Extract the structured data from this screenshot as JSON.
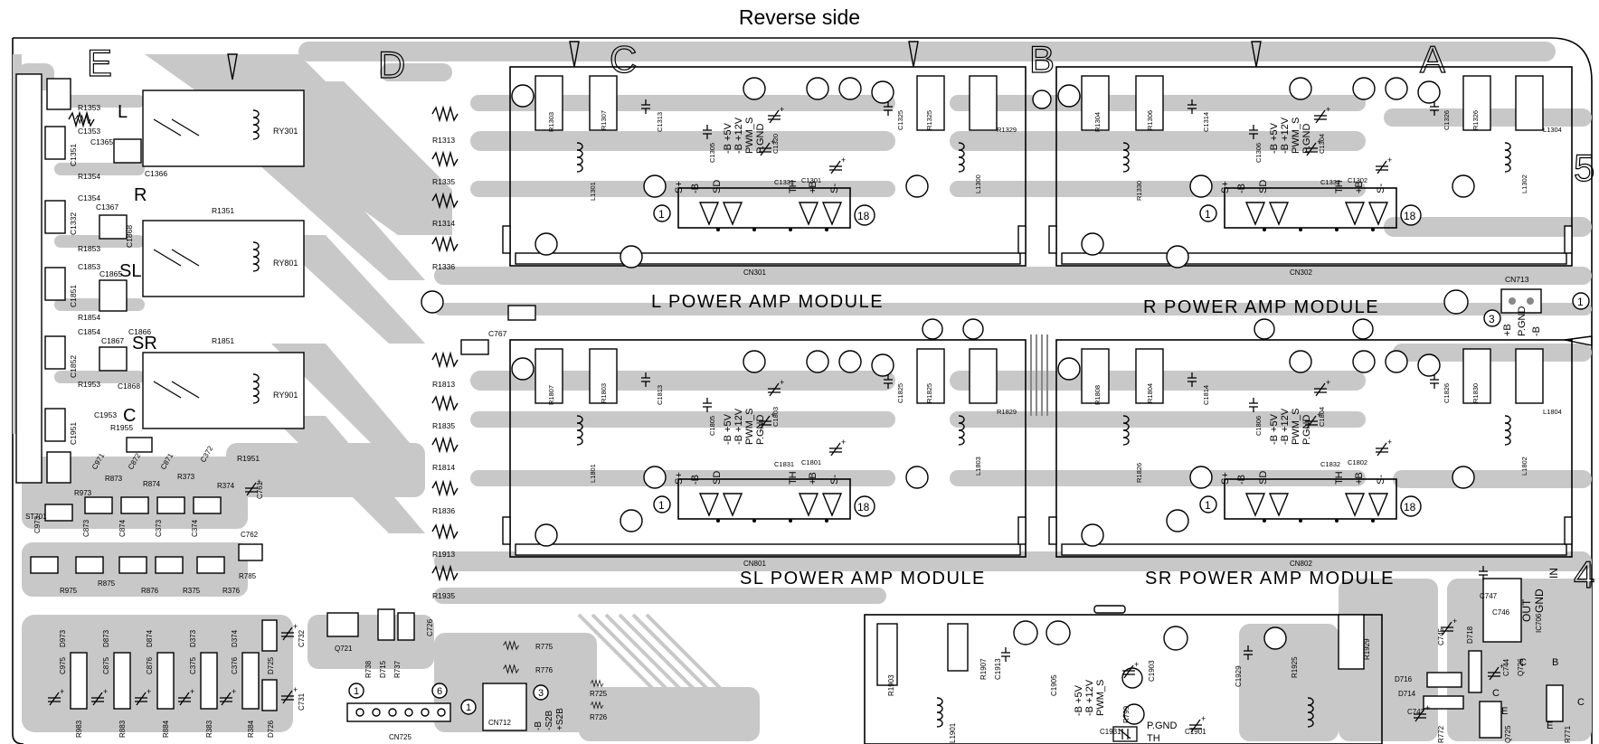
{
  "title": "Reverse side",
  "zones": [
    "E",
    "D",
    "C",
    "B",
    "A"
  ],
  "side_numbers": [
    "5",
    "4"
  ],
  "modules": [
    {
      "title": "L POWER AMP MODULE",
      "connector": "CN301",
      "ref_main": [
        "R1303",
        "R1307",
        "C1313",
        "C1305",
        "C1320",
        "C1325",
        "R1325",
        "L1301",
        "L1300",
        "R1329",
        "C1301",
        "C1331"
      ]
    },
    {
      "title": "R POWER AMP MODULE",
      "connector": "CN302",
      "ref_main": [
        "R1304",
        "R1306",
        "C1314",
        "C1306",
        "C1304",
        "C1326",
        "R1326",
        "R1330",
        "L1302",
        "L1304",
        "C1302",
        "C1332"
      ]
    },
    {
      "title": "SL POWER AMP MODULE",
      "connector": "CN801",
      "ref_main": [
        "R1807",
        "R1803",
        "C1813",
        "C1805",
        "C1803",
        "C1825",
        "R1825",
        "L1801",
        "L1803",
        "R1829",
        "C1801",
        "C1831"
      ]
    },
    {
      "title": "SR POWER AMP MODULE",
      "connector": "CN802",
      "ref_main": [
        "R1808",
        "R1804",
        "C1814",
        "C1806",
        "C1804",
        "C1826",
        "R1830",
        "R1826",
        "L1802",
        "L1804",
        "C1802",
        "C1832"
      ]
    }
  ],
  "connector_pins": [
    "S+",
    "-B",
    "SD",
    "TH",
    "+B",
    "S-"
  ],
  "pin_numbers": [
    "1",
    "18"
  ],
  "power_labels": [
    "-B +5V",
    "-B +12V",
    "PWM_S",
    "P.GND"
  ],
  "relays": [
    {
      "label": "L",
      "ref": "RY301"
    },
    {
      "label": "R",
      "ref": "RY801"
    },
    {
      "label": "SL",
      "ref": "RY801"
    },
    {
      "label": "SR",
      "ref": "RY901"
    },
    {
      "label": "C",
      "ref": ""
    }
  ],
  "resistor_column": [
    "R1313",
    "R1335",
    "R1314",
    "R1336",
    "R1813",
    "R1835",
    "R1814",
    "R1836",
    "R1913",
    "R1935"
  ],
  "left_refs": [
    "R1353",
    "C1353",
    "C1365",
    "C1351",
    "R1354",
    "C1354",
    "C1332",
    "C1367",
    "R1853",
    "C1853",
    "C1865",
    "C1851",
    "R1854",
    "C1854",
    "C1867",
    "C1852",
    "R1953",
    "C1953",
    "C1951",
    "C1366",
    "C1868",
    "C1866",
    "C1868",
    "R1351",
    "R1851",
    "R1955",
    "R1951"
  ],
  "lower_left_refs": [
    "C971",
    "R873",
    "C872",
    "C871",
    "R874",
    "R373",
    "C372",
    "R374",
    "C761",
    "ST701",
    "C973",
    "R973",
    "C873",
    "C874",
    "C373",
    "C374",
    "C762",
    "R785",
    "R975",
    "R875",
    "R876",
    "R375",
    "R376",
    "D973",
    "D873",
    "D874",
    "D373",
    "D374",
    "C975",
    "C875",
    "C876",
    "C375",
    "C376",
    "D725",
    "D726",
    "C732",
    "C731",
    "R983",
    "R883",
    "R884",
    "R383",
    "R384",
    "Q721",
    "C726",
    "R738",
    "D715",
    "R737"
  ],
  "bottom_connectors": [
    {
      "ref": "CN725",
      "pins": [
        "1",
        "6"
      ]
    },
    {
      "ref": "CN712",
      "pins": [
        "1",
        "3"
      ],
      "labels": [
        "-B",
        "-S2B",
        "+S2B"
      ]
    }
  ],
  "cn713": {
    "ref": "CN713",
    "labels": [
      "+B",
      "P.GND",
      "-B"
    ],
    "pins": [
      "3",
      "1"
    ]
  },
  "misc_refs": [
    "C767",
    "R775",
    "R776",
    "R725",
    "R726",
    "C747",
    "C746",
    "IC706",
    "C745",
    "D718",
    "C744",
    "Q726",
    "D716",
    "D714",
    "C742",
    "R772",
    "Q725",
    "R771",
    "R1925",
    "R1929",
    "R1903",
    "R1907",
    "C1913",
    "C1905",
    "C1903",
    "C1929",
    "L1901",
    "R799",
    "C1931",
    "C1901"
  ],
  "ic706_labels": [
    "IN",
    "OUT",
    "GND"
  ],
  "transistor_labels": [
    "C",
    "B",
    "E"
  ],
  "bottom_power_labels": [
    "-B +5V",
    "-B +12V",
    "PWM_S",
    "P.GND",
    "TH"
  ]
}
